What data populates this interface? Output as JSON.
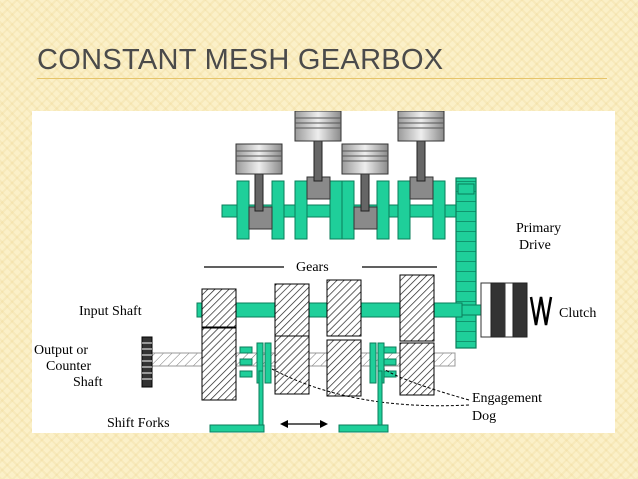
{
  "slide": {
    "title": "CONSTANT MESH GEARBOX"
  },
  "diagram": {
    "labels": {
      "gears": "Gears",
      "primary_drive_line1": "Primary",
      "primary_drive_line2": "Drive",
      "input_shaft": "Input Shaft",
      "clutch": "Clutch",
      "output_line1": "Output or",
      "output_line2": "Counter",
      "output_line3": "Shaft",
      "engagement_line1": "Engagement",
      "engagement_line2": "Dog",
      "shift_forks": "Shift Forks"
    },
    "colors": {
      "green": "#1fcf9a",
      "green_dark": "#0a7e5a",
      "gray": "#8f8f8f",
      "dark": "#333333",
      "background": "#fbf0c8"
    }
  }
}
